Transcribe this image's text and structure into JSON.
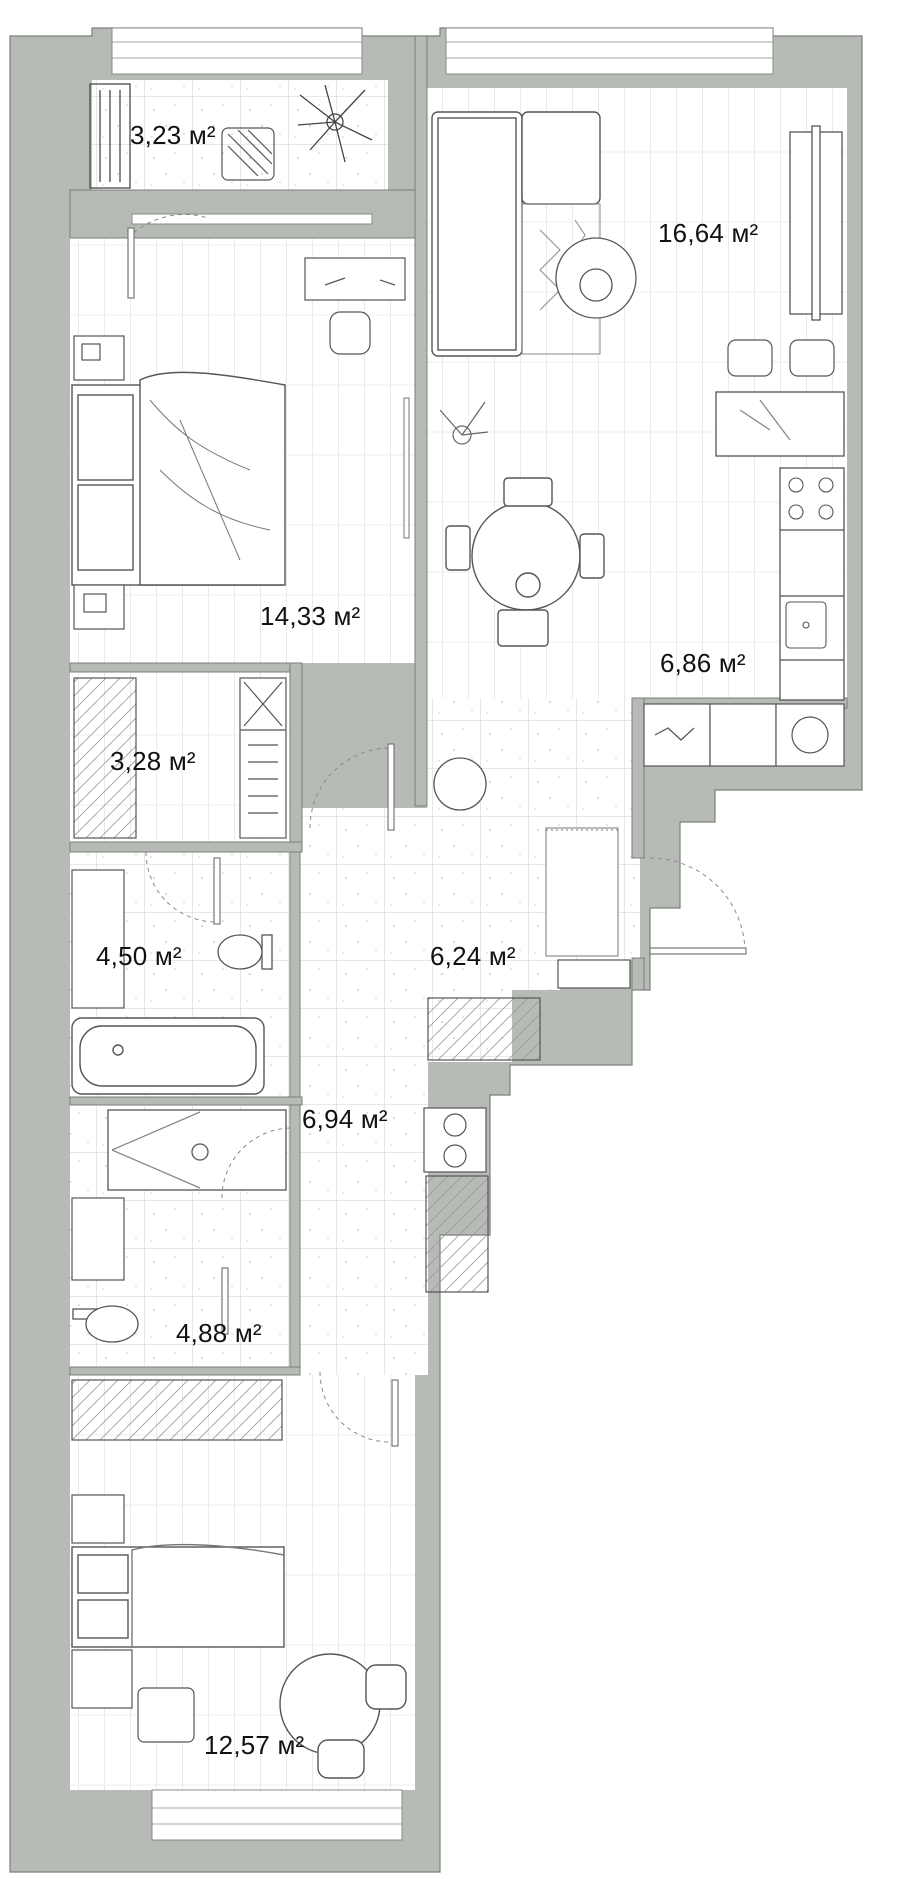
{
  "colors": {
    "wall": "#b7bbb5",
    "wall_edge": "#7b7f7a",
    "floor": "#ffffff",
    "line": "#9a9a9a",
    "furniture": "#555555",
    "text": "#111111"
  },
  "rooms": [
    {
      "id": "balcony-top",
      "area": "3,23 м²"
    },
    {
      "id": "living-room",
      "area": "16,64 м²"
    },
    {
      "id": "bedroom-1",
      "area": "14,33 м²"
    },
    {
      "id": "kitchen",
      "area": "6,86 м²"
    },
    {
      "id": "wardrobe",
      "area": "3,28 м²"
    },
    {
      "id": "bathroom-1",
      "area": "4,50 м²"
    },
    {
      "id": "entrance-hall",
      "area": "6,24 м²"
    },
    {
      "id": "corridor",
      "area": "6,94 м²"
    },
    {
      "id": "bathroom-2",
      "area": "4,88 м²"
    },
    {
      "id": "bedroom-2",
      "area": "12,57 м²"
    }
  ]
}
